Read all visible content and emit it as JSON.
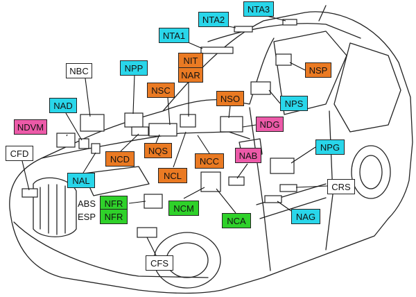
{
  "colors": {
    "cyan": "#29d6ea",
    "orange": "#ea7a23",
    "pink": "#ec5aa8",
    "green": "#2fd12a",
    "white": "#ffffff",
    "line": "#222222"
  },
  "labels": {
    "nta3": "NTA3",
    "nta2": "NTA2",
    "nta1": "NTA1",
    "nbc": "NBC",
    "npp": "NPP",
    "nit": "NIT",
    "nar": "NAR",
    "nsp": "NSP",
    "nsc": "NSC",
    "nso": "NSO",
    "nps": "NPS",
    "nad": "NAD",
    "ndvm": "NDVM",
    "ndg": "NDG",
    "cfd": "CFD",
    "ncd": "NCD",
    "nqs": "NQS",
    "ncc": "NCC",
    "nab": "NAB",
    "npg": "NPG",
    "nal": "NAL",
    "ncl": "NCL",
    "crs": "CRS",
    "abs": "ABS",
    "esp": "ESP",
    "nfr_abs": "NFR",
    "nfr_esp": "NFR",
    "ncm": "NCM",
    "nca": "NCA",
    "nag": "NAG",
    "cfs": "CFS"
  }
}
